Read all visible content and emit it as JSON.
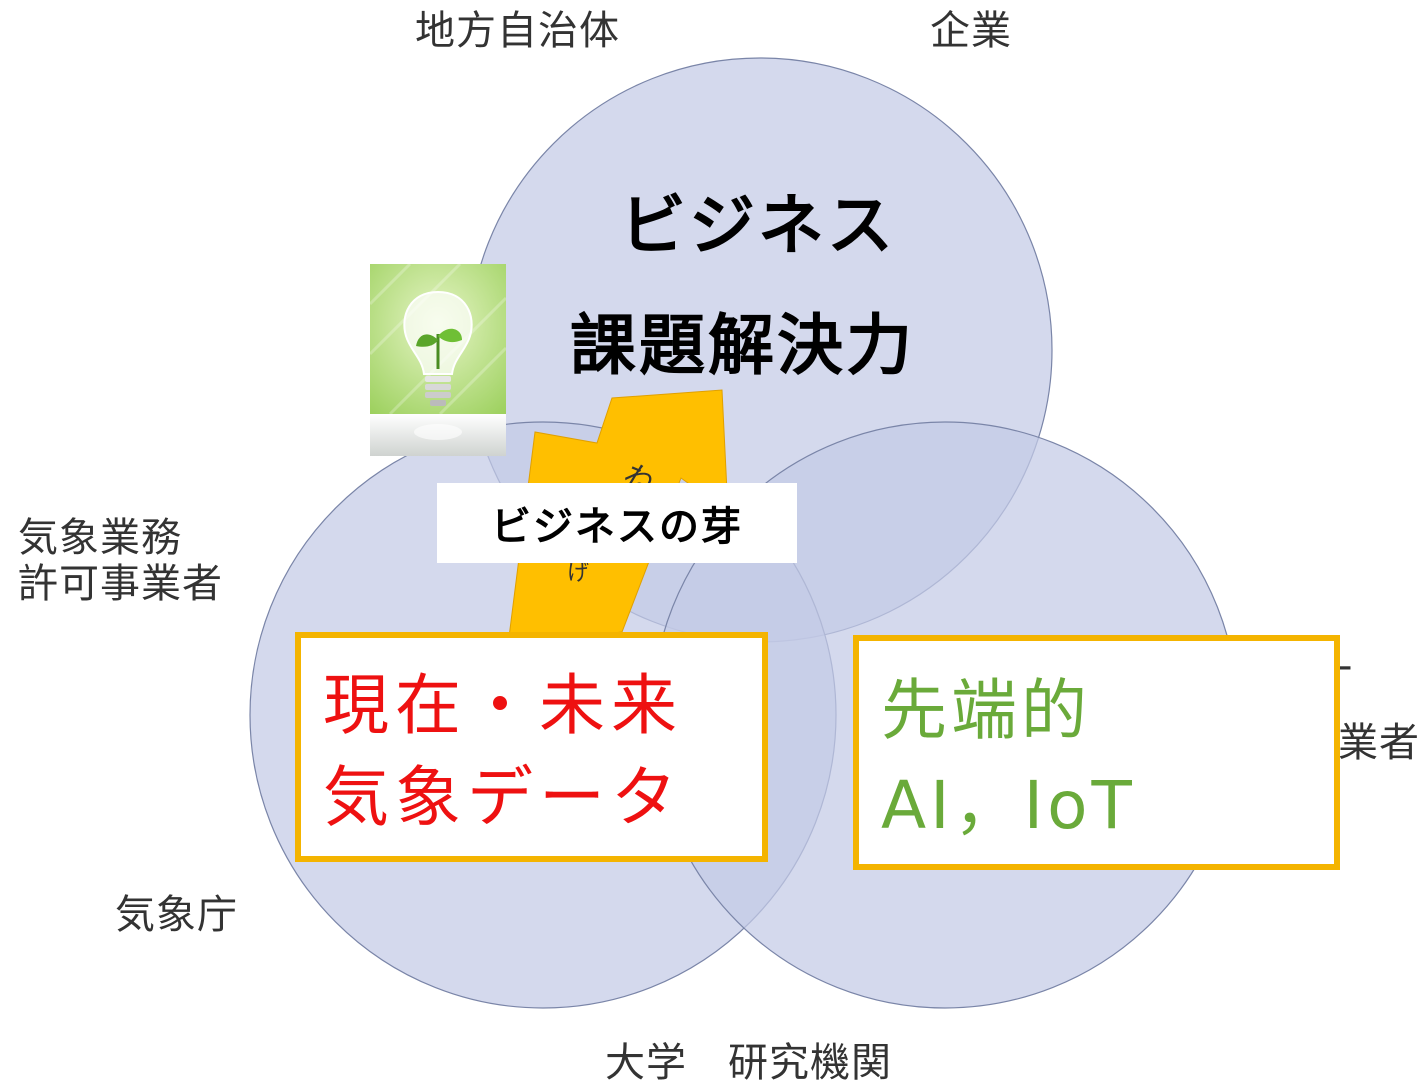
{
  "labels": {
    "local_gov": "地方自治体",
    "company": "企業",
    "licensed_line1": "気象業務",
    "licensed_line2": "許可事業者",
    "jma": "気象庁",
    "university": "大学　研究機関",
    "right_dash": "-",
    "right_partial": "業者"
  },
  "center": {
    "business": "ビジネス",
    "problem_solving": "課題解決力",
    "seed": "ビジネスの芽",
    "arrow_text_1": "ね",
    "arrow_text_2": "げ"
  },
  "boxes": {
    "weather_line1": "現在・未来",
    "weather_line2": "気象データ",
    "ai_line1": "先端的",
    "ai_line2": "AI，IoT"
  },
  "colors": {
    "circle_fill": "#c3cbe6",
    "circle_stroke": "#7a85a8",
    "arrow_fill": "#ffbf00",
    "box_border": "#f4b400",
    "weather_text": "#ee1111",
    "ai_text": "#6aaa3a"
  },
  "icons": {
    "bulb": "lightbulb-sprout-icon"
  }
}
